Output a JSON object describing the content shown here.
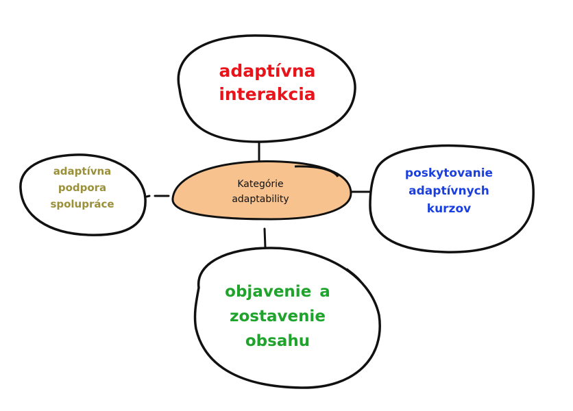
{
  "diagram": {
    "type": "mind-map",
    "center": {
      "label": "Kategórie\nadaptability",
      "fill_color": "#f7c28d",
      "text_color": "#111111"
    },
    "nodes": [
      {
        "id": "top",
        "label": "adaptívna\ninterakcia",
        "color": "#e8141b",
        "position": "top"
      },
      {
        "id": "left",
        "label": "adaptívna\npodpora\nspolupráce",
        "color": "#9a8f3a",
        "position": "left"
      },
      {
        "id": "right",
        "label": "poskytovanie\nadaptívnych\nkurzov",
        "color": "#1a3fe0",
        "position": "right"
      },
      {
        "id": "bottom",
        "label": "objavenie  a\nzostavenie\nobsahu",
        "color": "#1fa32c",
        "position": "bottom"
      }
    ],
    "edges": [
      {
        "from": "center",
        "to": "top"
      },
      {
        "from": "center",
        "to": "left"
      },
      {
        "from": "center",
        "to": "right"
      },
      {
        "from": "center",
        "to": "bottom"
      }
    ]
  }
}
